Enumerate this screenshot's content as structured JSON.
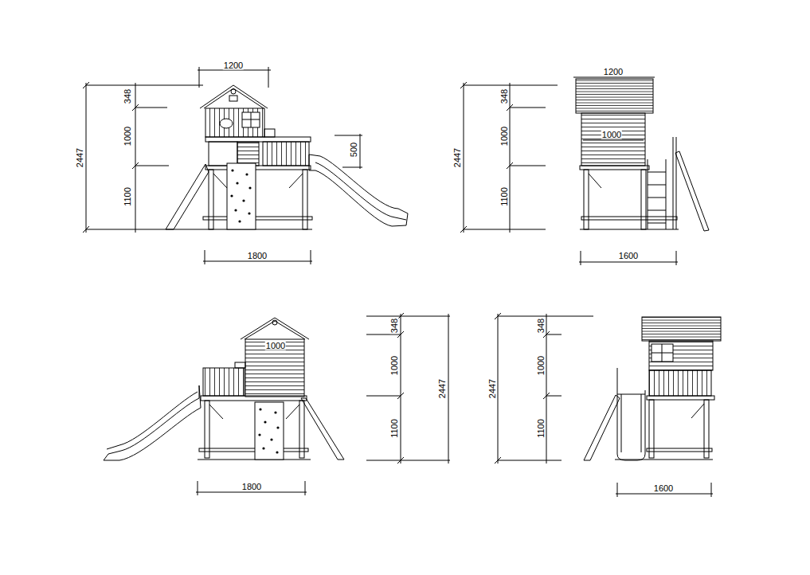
{
  "diagram": {
    "labels": [
      "1200",
      "348",
      "1000",
      "1100",
      "2447",
      "500",
      "1800",
      "1200",
      "348",
      "1000",
      "1000",
      "1100",
      "2447",
      "1600",
      "1000",
      "348",
      "1000",
      "1100",
      "2447",
      "1800",
      "348",
      "1000",
      "1100",
      "2447",
      "1600"
    ]
  }
}
